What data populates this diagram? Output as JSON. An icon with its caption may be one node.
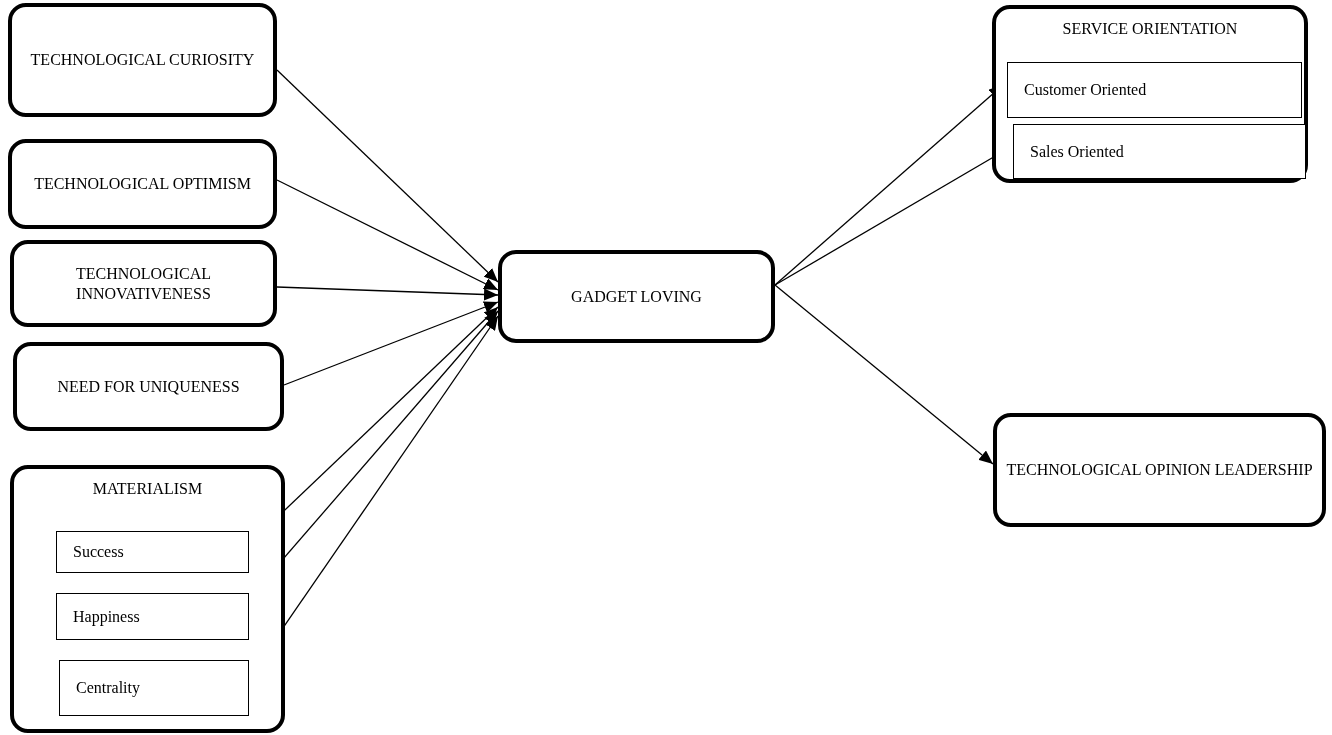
{
  "diagram": {
    "nodes": [
      {
        "text": [
          "TECHNOLOGICAL CURIOSITY"
        ]
      },
      {
        "text": [
          "TECHNOLOGICAL OPTIMISM"
        ]
      },
      {
        "text": [
          "TECHNOLOGICAL INNOVATIVENESS"
        ]
      },
      {
        "text": [
          "NEED FOR UNIQUENESS"
        ]
      },
      {
        "text": [
          "MATERIALISM"
        ]
      },
      {
        "text": [
          "Success"
        ],
        "in": 4
      },
      {
        "text": [
          "Happiness"
        ],
        "in": 4
      },
      {
        "text": [
          "Centrality"
        ],
        "in": 4
      },
      {
        "text": [
          "GADGET LOVING"
        ]
      },
      {
        "text": [
          "SERVICE ORIENTATION"
        ]
      },
      {
        "text": [
          "Customer Oriented"
        ],
        "in": 9
      },
      {
        "text": [
          "Sales Oriented"
        ],
        "in": 9
      },
      {
        "text": [
          "TECHNOLOGICAL OPINION LEADERSHIP"
        ]
      }
    ],
    "edges": [
      {
        "from": 0,
        "to": 8,
        "arrow": "to"
      },
      {
        "from": 1,
        "to": 8,
        "arrow": "to"
      },
      {
        "from": 2,
        "to": 8,
        "arrow": "to"
      },
      {
        "from": 3,
        "to": 8,
        "arrow": "to"
      },
      {
        "from": 5,
        "to": 8,
        "arrow": "to"
      },
      {
        "from": 6,
        "to": 8,
        "arrow": "to"
      },
      {
        "from": 7,
        "to": 8,
        "arrow": "to"
      },
      {
        "from": 8,
        "to": 10,
        "arrow": "to"
      },
      {
        "from": 8,
        "to": 11,
        "arrow": "to"
      },
      {
        "from": 8,
        "to": 12,
        "arrow": "to"
      }
    ]
  }
}
